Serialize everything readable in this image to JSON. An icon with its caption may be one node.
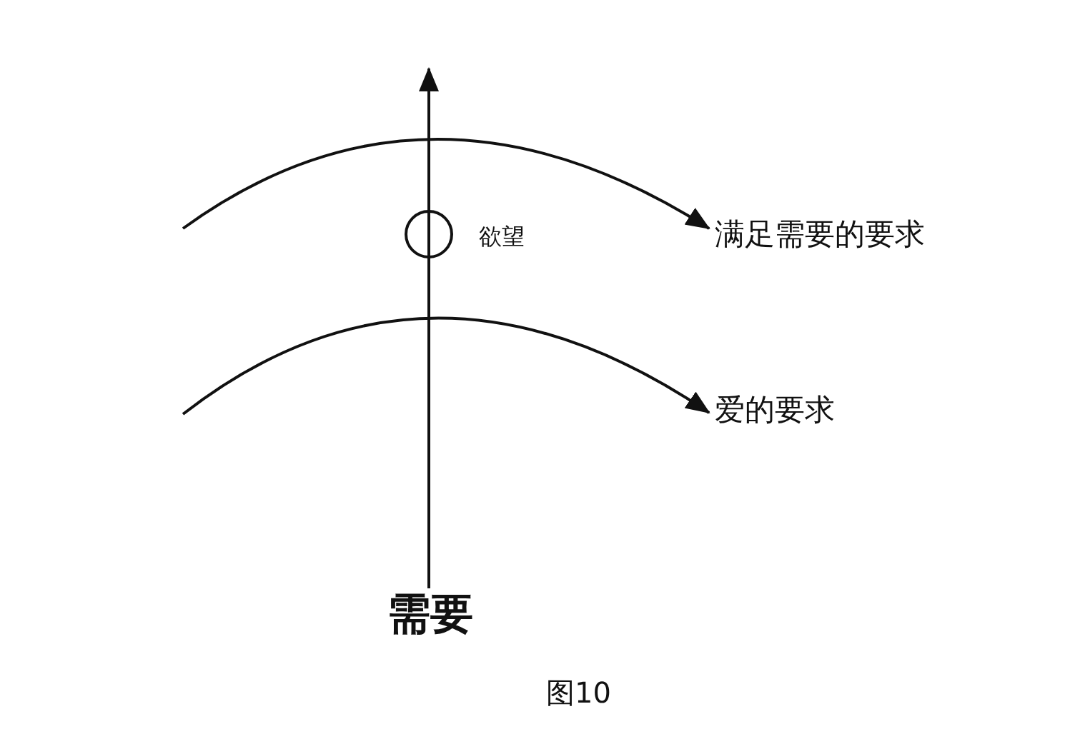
{
  "diagram": {
    "caption": "图10",
    "nodes": [
      {
        "text": [
          "需要"
        ]
      },
      {
        "text": [
          "满足需要的要求"
        ]
      },
      {
        "text": [
          "爱的要求"
        ]
      },
      {
        "text": [],
        "shape": "circle",
        "beside": [
          "欲望"
        ]
      }
    ],
    "edges": [
      {
        "from": 0,
        "to": null,
        "arrow": "to"
      },
      {
        "from": null,
        "to": 1,
        "arrow": "to"
      },
      {
        "from": null,
        "to": 2,
        "arrow": "to"
      }
    ]
  }
}
